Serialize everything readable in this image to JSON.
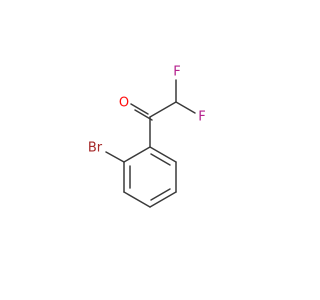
{
  "molecule": {
    "atoms": {
      "oxygen": {
        "label": "O",
        "color": "#ff0d0d"
      },
      "fluorine_1": {
        "label": "F",
        "color": "#b4218d"
      },
      "fluorine_2": {
        "label": "F",
        "color": "#b4218d"
      },
      "bromine": {
        "label": "Br",
        "color": "#a62929"
      }
    },
    "bond_color": "#3a3a3a",
    "background": "#ffffff"
  }
}
